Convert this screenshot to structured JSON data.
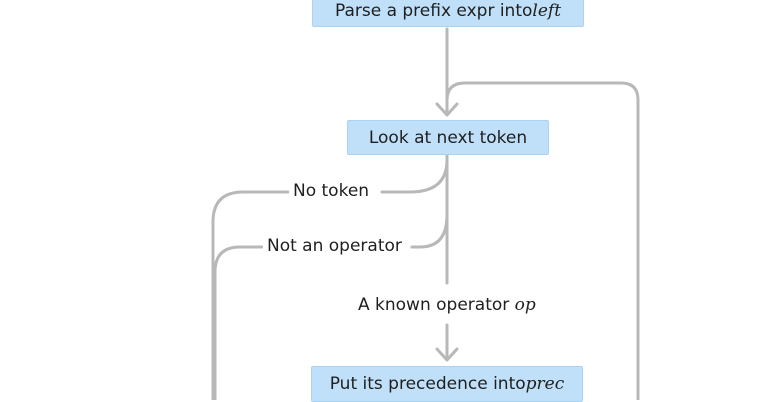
{
  "nodes": {
    "parse_prefix": {
      "text": "Parse a prefix expr into ",
      "var": "left"
    },
    "look_next": {
      "text": "Look at next token"
    },
    "put_precedence": {
      "text": "Put its precedence into ",
      "var": "prec"
    }
  },
  "edges": {
    "no_token": {
      "text": "No token"
    },
    "not_operator": {
      "text": "Not an operator"
    },
    "known_operator": {
      "text": "A known operator ",
      "var": "op"
    }
  },
  "colors": {
    "node_fill": "#bfe0f8",
    "edge": "#b8b8b8"
  }
}
